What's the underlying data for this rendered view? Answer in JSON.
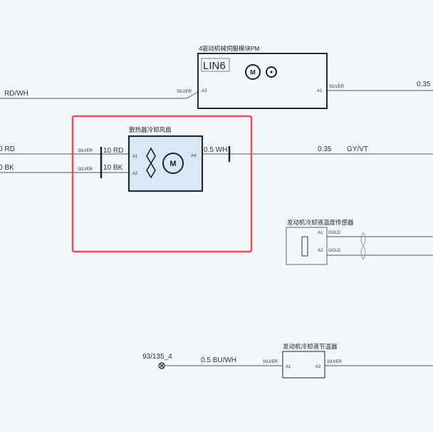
{
  "diagram": {
    "accent_color": "#e8505b",
    "component_fill": "#d9e8f7",
    "top_module": {
      "title": "4驱动机械伺服模块PM",
      "bus": "LIN6",
      "pin_left": "A3",
      "pin_right": "A1",
      "terminal_left": "SILVER",
      "terminal_right": "SILVER",
      "wire_left_color": "RD/WH",
      "wire_right_size": "0.35"
    },
    "fan": {
      "title": "散热器冷却风扇",
      "pins": [
        "A1",
        "A2",
        "A4"
      ],
      "terminals": [
        "SILVER",
        "SILVER"
      ],
      "wire_in_top": {
        "size": "0",
        "color": "RD"
      },
      "wire_in_bottom": {
        "size": "0",
        "color": "BK"
      },
      "conn_top": "10 RD",
      "conn_bottom": "10 BK",
      "out_wire": "0.5 WH",
      "out_size": "0.35",
      "out_color": "GY/VT"
    },
    "sensor": {
      "title": "发动机冷却液温度传感器",
      "pins": [
        "A1",
        "A2"
      ],
      "terminals": [
        "GOLD",
        "GOLD"
      ]
    },
    "bottom_module": {
      "title": "发动机冷却液节温器",
      "ref": "93/135_4",
      "wire": "0.5 BU/WH",
      "terminal_left": "SILVER",
      "terminal_right": "SILVER",
      "pins": [
        "A1",
        "A2"
      ]
    }
  }
}
